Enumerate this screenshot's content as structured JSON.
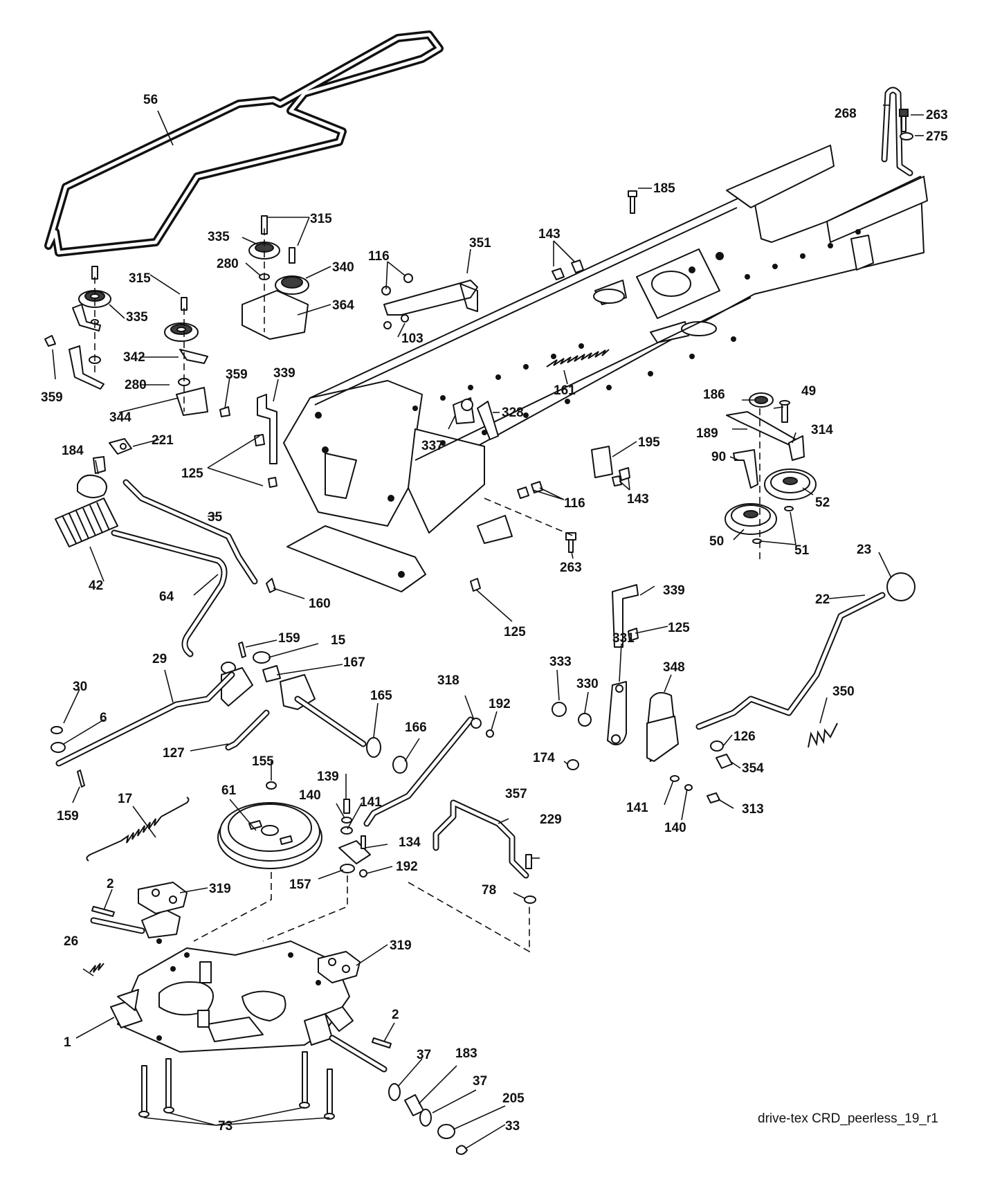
{
  "caption": "drive-tex CRD_peerless_19_r1",
  "callouts": [
    {
      "id": "c56",
      "text": "56"
    },
    {
      "id": "c268",
      "text": "268"
    },
    {
      "id": "c263a",
      "text": "263"
    },
    {
      "id": "c275",
      "text": "275"
    },
    {
      "id": "c185",
      "text": "185"
    },
    {
      "id": "c315a",
      "text": "315"
    },
    {
      "id": "c335a",
      "text": "335"
    },
    {
      "id": "c280a",
      "text": "280"
    },
    {
      "id": "c340",
      "text": "340"
    },
    {
      "id": "c364",
      "text": "364"
    },
    {
      "id": "c315b",
      "text": "315"
    },
    {
      "id": "c335b",
      "text": "335"
    },
    {
      "id": "c342",
      "text": "342"
    },
    {
      "id": "c280b",
      "text": "280"
    },
    {
      "id": "c359a",
      "text": "359"
    },
    {
      "id": "c359b",
      "text": "359"
    },
    {
      "id": "c344",
      "text": "344"
    },
    {
      "id": "c116a",
      "text": "116"
    },
    {
      "id": "c351",
      "text": "351"
    },
    {
      "id": "c103",
      "text": "103"
    },
    {
      "id": "c143a",
      "text": "143"
    },
    {
      "id": "c339a",
      "text": "339"
    },
    {
      "id": "c161",
      "text": "161"
    },
    {
      "id": "c328",
      "text": "328"
    },
    {
      "id": "c337",
      "text": "337"
    },
    {
      "id": "c221",
      "text": "221"
    },
    {
      "id": "c184",
      "text": "184"
    },
    {
      "id": "c125a",
      "text": "125"
    },
    {
      "id": "c35",
      "text": "35"
    },
    {
      "id": "c42",
      "text": "42"
    },
    {
      "id": "c195",
      "text": "195"
    },
    {
      "id": "c143b",
      "text": "143"
    },
    {
      "id": "c116b",
      "text": "116"
    },
    {
      "id": "c186",
      "text": "186"
    },
    {
      "id": "c49",
      "text": "49"
    },
    {
      "id": "c189",
      "text": "189"
    },
    {
      "id": "c314",
      "text": "314"
    },
    {
      "id": "c90",
      "text": "90"
    },
    {
      "id": "c52",
      "text": "52"
    },
    {
      "id": "c50",
      "text": "50"
    },
    {
      "id": "c51",
      "text": "51"
    },
    {
      "id": "c23",
      "text": "23"
    },
    {
      "id": "c263b",
      "text": "263"
    },
    {
      "id": "c64",
      "text": "64"
    },
    {
      "id": "c160",
      "text": "160"
    },
    {
      "id": "c125b",
      "text": "125"
    },
    {
      "id": "c339b",
      "text": "339"
    },
    {
      "id": "c125c",
      "text": "125"
    },
    {
      "id": "c22",
      "text": "22"
    },
    {
      "id": "c159a",
      "text": "159"
    },
    {
      "id": "c15",
      "text": "15"
    },
    {
      "id": "c167",
      "text": "167"
    },
    {
      "id": "c29",
      "text": "29"
    },
    {
      "id": "c30",
      "text": "30"
    },
    {
      "id": "c6",
      "text": "6"
    },
    {
      "id": "c331",
      "text": "331"
    },
    {
      "id": "c333",
      "text": "333"
    },
    {
      "id": "c330",
      "text": "330"
    },
    {
      "id": "c348",
      "text": "348"
    },
    {
      "id": "c350",
      "text": "350"
    },
    {
      "id": "c318",
      "text": "318"
    },
    {
      "id": "c192a",
      "text": "192"
    },
    {
      "id": "c165",
      "text": "165"
    },
    {
      "id": "c166",
      "text": "166"
    },
    {
      "id": "c127",
      "text": "127"
    },
    {
      "id": "c126",
      "text": "126"
    },
    {
      "id": "c174",
      "text": "174"
    },
    {
      "id": "c354",
      "text": "354"
    },
    {
      "id": "c159b",
      "text": "159"
    },
    {
      "id": "c155",
      "text": "155"
    },
    {
      "id": "c139",
      "text": "139"
    },
    {
      "id": "c17",
      "text": "17"
    },
    {
      "id": "c61",
      "text": "61"
    },
    {
      "id": "c140a",
      "text": "140"
    },
    {
      "id": "c141a",
      "text": "141"
    },
    {
      "id": "c357",
      "text": "357"
    },
    {
      "id": "c141b",
      "text": "141"
    },
    {
      "id": "c313",
      "text": "313"
    },
    {
      "id": "c140b",
      "text": "140"
    },
    {
      "id": "c229",
      "text": "229"
    },
    {
      "id": "c134",
      "text": "134"
    },
    {
      "id": "c192b",
      "text": "192"
    },
    {
      "id": "c157",
      "text": "157"
    },
    {
      "id": "c78",
      "text": "78"
    },
    {
      "id": "c2a",
      "text": "2"
    },
    {
      "id": "c319a",
      "text": "319"
    },
    {
      "id": "c26",
      "text": "26"
    },
    {
      "id": "c319b",
      "text": "319"
    },
    {
      "id": "c1",
      "text": "1"
    },
    {
      "id": "c2b",
      "text": "2"
    },
    {
      "id": "c37a",
      "text": "37"
    },
    {
      "id": "c183",
      "text": "183"
    },
    {
      "id": "c37b",
      "text": "37"
    },
    {
      "id": "c205",
      "text": "205"
    },
    {
      "id": "c33",
      "text": "33"
    },
    {
      "id": "c73",
      "text": "73"
    }
  ]
}
